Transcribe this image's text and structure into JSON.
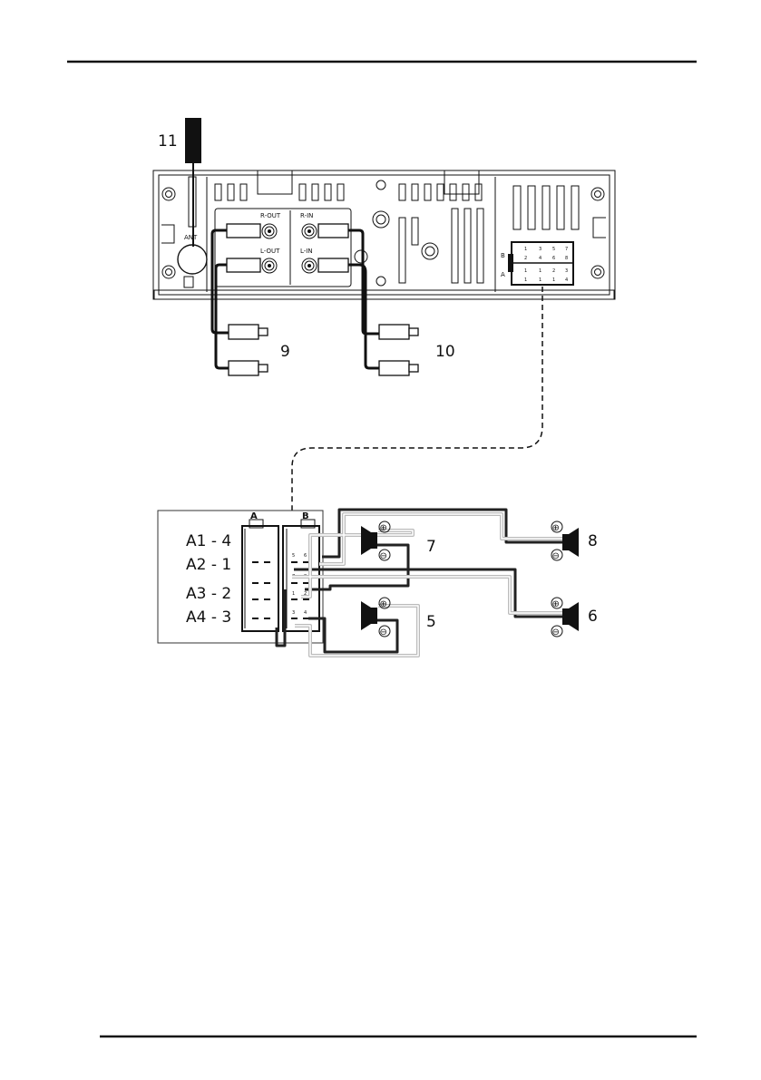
{
  "callouts": {
    "antenna": "11",
    "line_out_cables": "9",
    "line_in_cables": "10",
    "front_left_speaker": "7",
    "front_right_speaker": "8",
    "rear_left_speaker": "5",
    "rear_right_speaker": "6"
  },
  "unit_labels": {
    "ant": "ANT",
    "r_out": "R-OUT",
    "l_out": "L-OUT",
    "r_in": "R-IN",
    "l_in": "L-IN",
    "block_b": "B",
    "block_a": "A"
  },
  "rear_connector": {
    "row_b": [
      "1",
      "3",
      "5",
      "7",
      "2",
      "4",
      "6",
      "8"
    ],
    "row_a": [
      "1",
      "1",
      "2",
      "3",
      "1",
      "1",
      "1",
      "4"
    ]
  },
  "iso_connector": {
    "label_a": "A",
    "label_b": "B",
    "mapping": [
      "A1 - 4",
      "A2 - 1",
      "A3 - 2",
      "A4 - 3"
    ],
    "pin_numbers": [
      "5",
      "6",
      "7",
      "8",
      "1",
      "2",
      "3",
      "4"
    ]
  },
  "speaker_polarity": {
    "positive": "⊕",
    "negative": "⊖"
  }
}
